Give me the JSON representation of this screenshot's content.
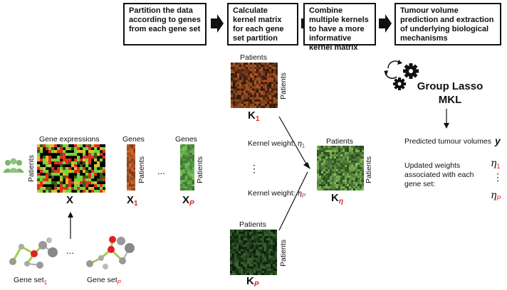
{
  "steps": [
    "Partition the data according to genes from each gene set",
    "Calculate kernel matrix for each gene set partition",
    "Combine multiple kernels to have a more informative kernel matrix",
    "Tumour volume prediction and extraction of underlying biological mechanisms"
  ],
  "left": {
    "gene_expressions": "Gene expressions",
    "patients": "Patients",
    "genes": "Genes",
    "matrix_x": "X",
    "x1_main": "X",
    "x1_sub": "1",
    "xp_main": "X",
    "xp_sub": "P",
    "ellipsis": "...",
    "gene_set_1_main": "Gene set",
    "gene_set_1_sub": "1",
    "gene_set_p_main": "Gene set",
    "gene_set_p_sub": "P",
    "gene_ellipsis": "..."
  },
  "kernels": {
    "patients": "Patients",
    "k1_main": "K",
    "k1_sub": "1",
    "kp_main": "K",
    "kp_sub": "P",
    "keta_main": "K",
    "keta_sub": "η",
    "weight_label": "Kernel weight:",
    "eta": "η",
    "eta_sub_1": "1",
    "eta_sub_p": "P",
    "vdots": "⋮"
  },
  "right": {
    "title_line1": "Group Lasso",
    "title_line2": "MKL",
    "predicted": "Predicted tumour volumes",
    "y": "y",
    "updated": [
      "Updated weights",
      "associated with each",
      "gene set:"
    ],
    "eta": "η",
    "eta_sub_1": "1",
    "eta_sub_p": "P",
    "vdots": "⋮"
  },
  "colors": {
    "accent_red": "#e02020",
    "kernel_brown": "#6b3a1f",
    "kernel_green": "#4d7a3a",
    "kernel_dark_green": "#1f3a1a",
    "people_green": "#7bb66a"
  }
}
